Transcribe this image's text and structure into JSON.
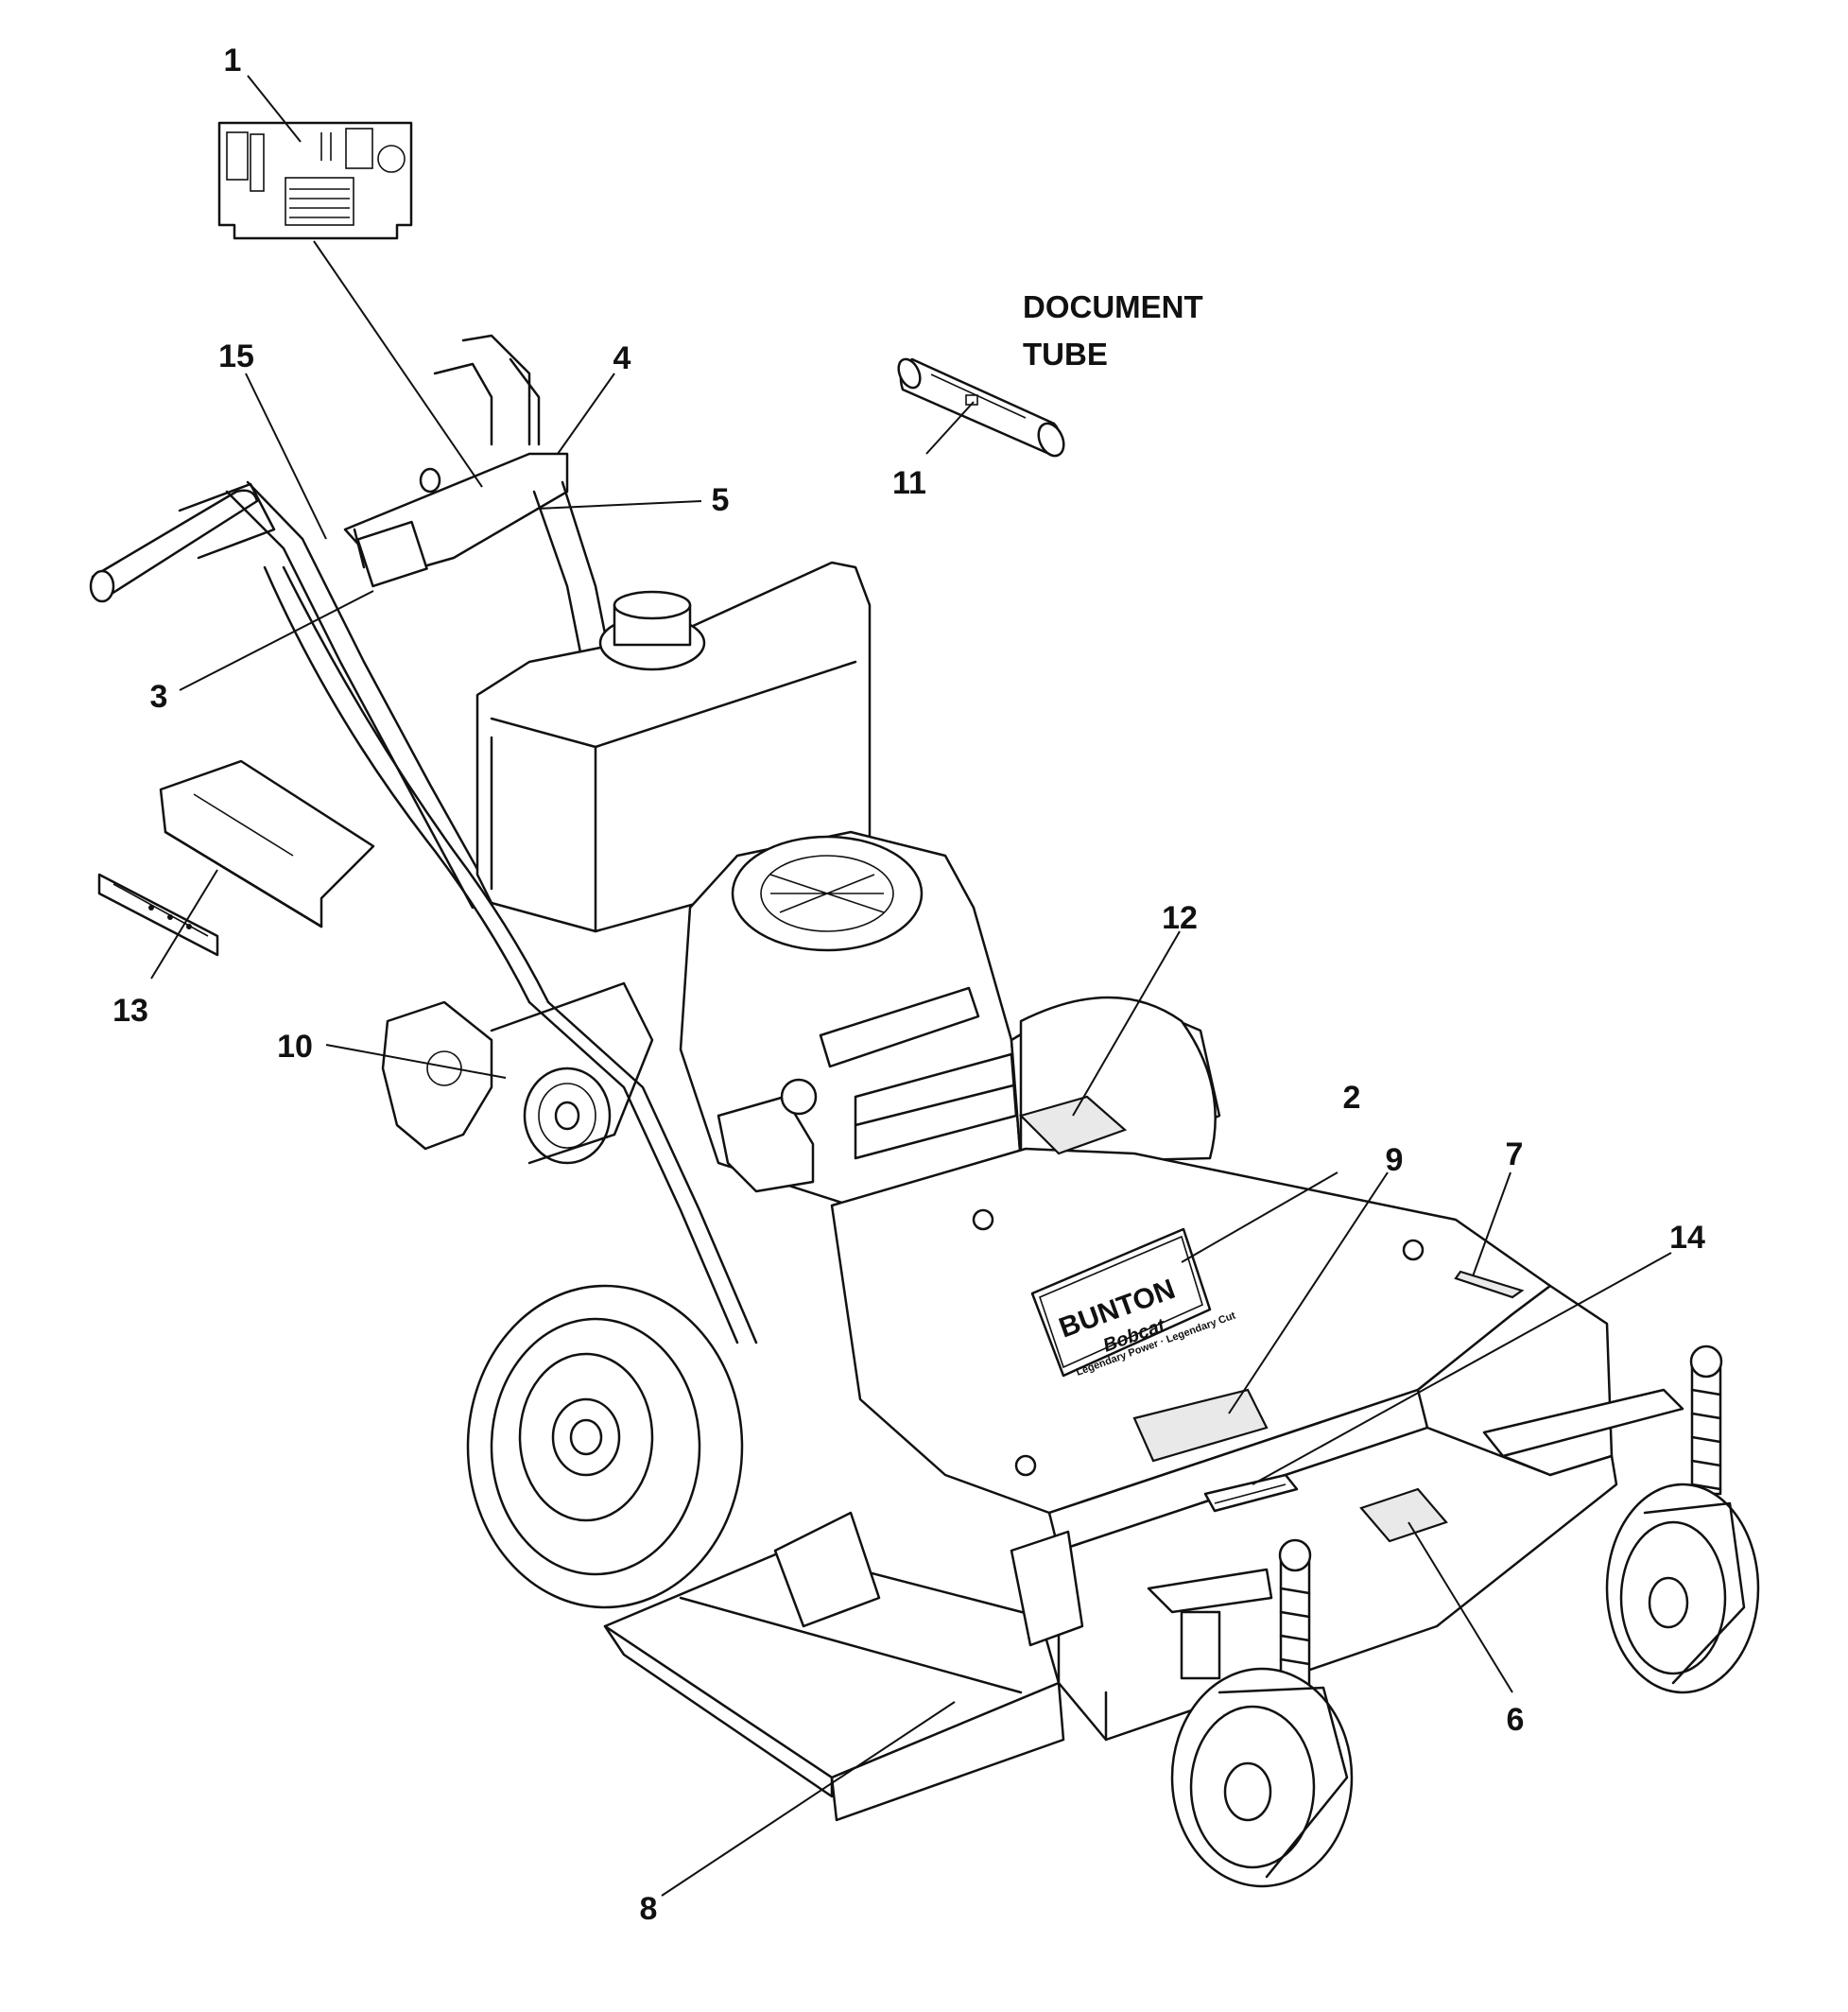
{
  "document_tube": {
    "line1": "DOCUMENT",
    "line2": "TUBE"
  },
  "decal_brand": {
    "line1": "BUNTON",
    "line2": "Bobcat",
    "tagline": "Legendary Power · Legendary Cut"
  },
  "callouts": [
    {
      "id": "1",
      "label": "1"
    },
    {
      "id": "2",
      "label": "2"
    },
    {
      "id": "3",
      "label": "3"
    },
    {
      "id": "4",
      "label": "4"
    },
    {
      "id": "5",
      "label": "5"
    },
    {
      "id": "6",
      "label": "6"
    },
    {
      "id": "7",
      "label": "7"
    },
    {
      "id": "8",
      "label": "8"
    },
    {
      "id": "9",
      "label": "9"
    },
    {
      "id": "10",
      "label": "10"
    },
    {
      "id": "11",
      "label": "11"
    },
    {
      "id": "12",
      "label": "12"
    },
    {
      "id": "13",
      "label": "13"
    },
    {
      "id": "14",
      "label": "14"
    },
    {
      "id": "15",
      "label": "15"
    }
  ]
}
